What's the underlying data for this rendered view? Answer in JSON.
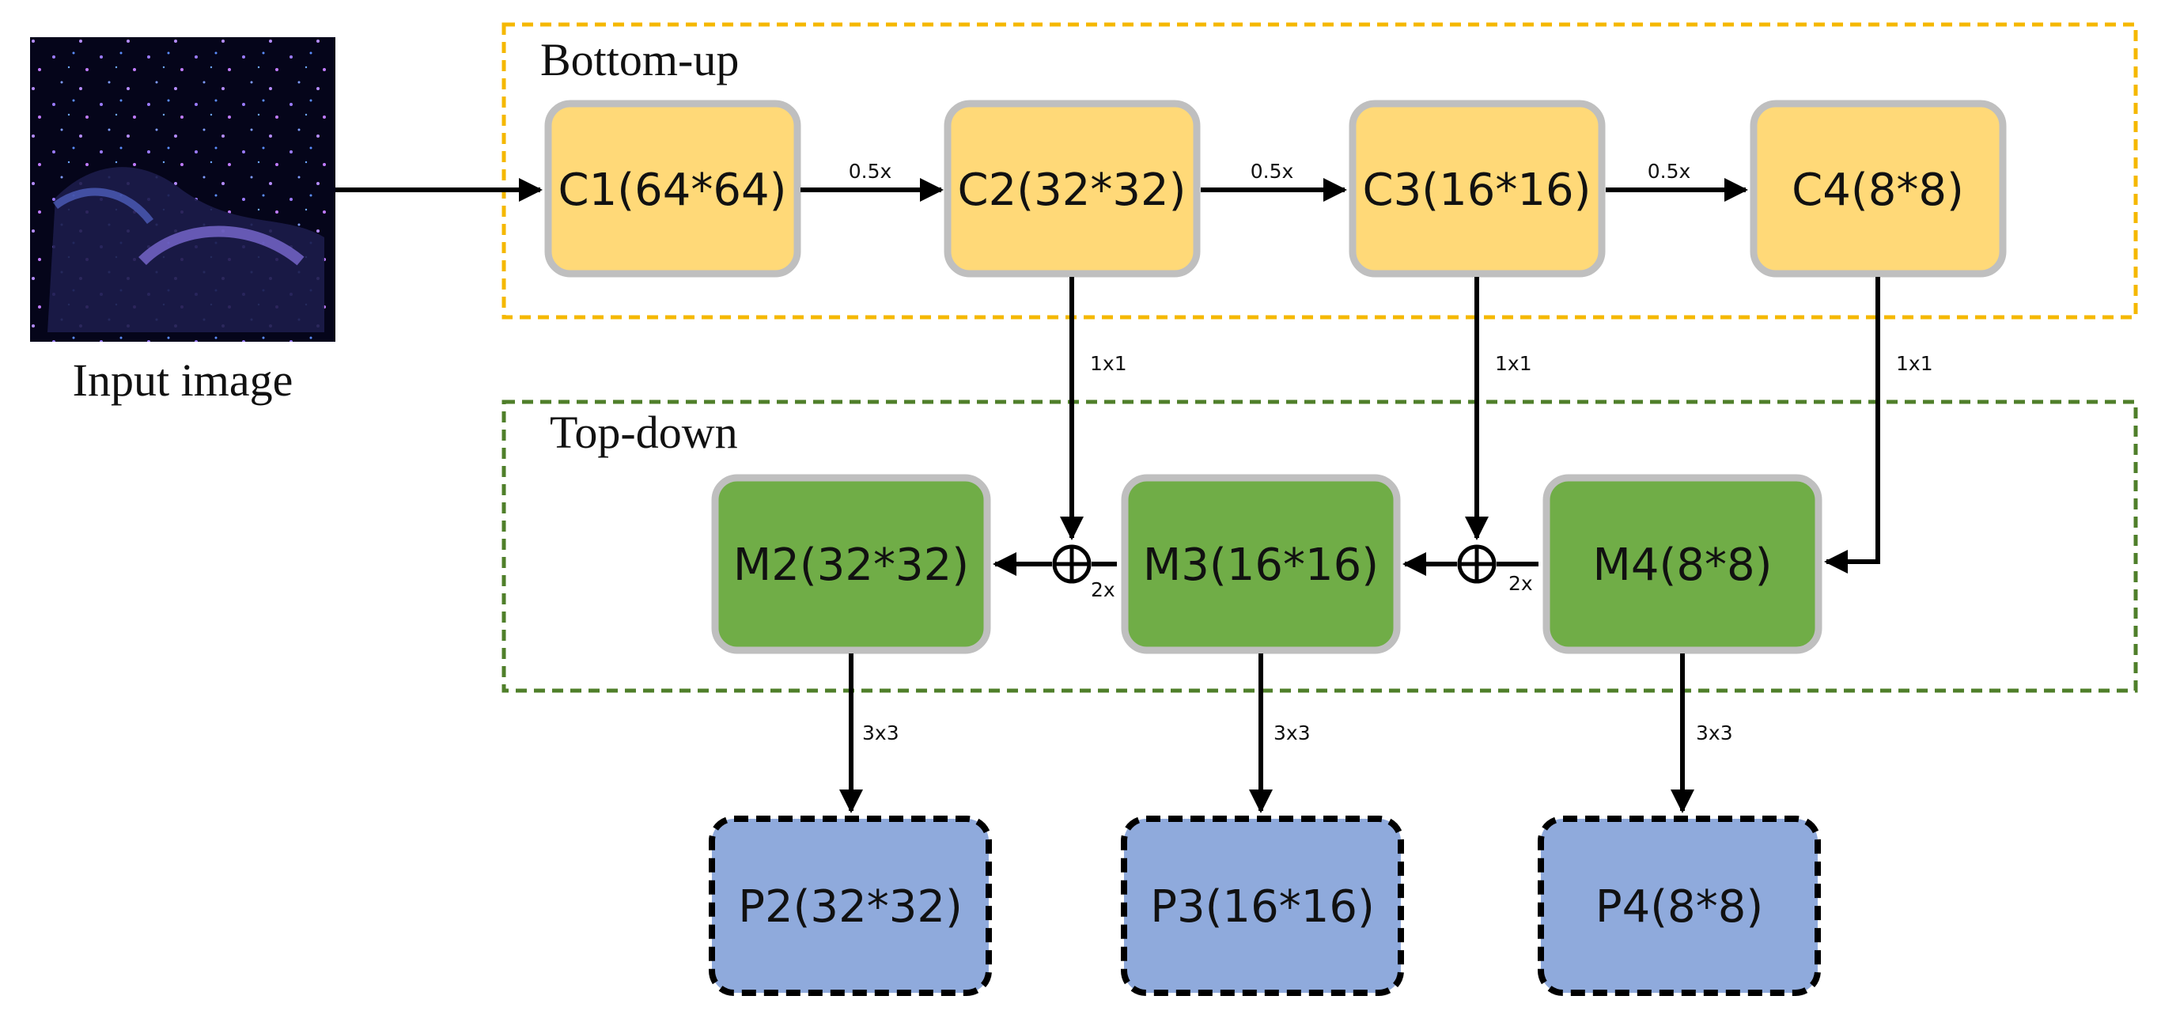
{
  "input": {
    "caption": "Input image"
  },
  "groups": {
    "bottom_up": {
      "label": "Bottom-up",
      "color": "#f5b800"
    },
    "top_down": {
      "label": "Top-down",
      "color": "#4f7f2a"
    }
  },
  "nodes": {
    "c1": {
      "label": "C1(64*64)"
    },
    "c2": {
      "label": "C2(32*32)"
    },
    "c3": {
      "label": "C3(16*16)"
    },
    "c4": {
      "label": "C4(8*8)"
    },
    "m2": {
      "label": "M2(32*32)"
    },
    "m3": {
      "label": "M3(16*16)"
    },
    "m4": {
      "label": "M4(8*8)"
    },
    "p2": {
      "label": "P2(32*32)"
    },
    "p3": {
      "label": "P3(16*16)"
    },
    "p4": {
      "label": "P4(8*8)"
    }
  },
  "edge_labels": {
    "downsample": "0.5x",
    "lateral": "1x1",
    "upsample": "2x",
    "output_conv": "3x3"
  },
  "colors": {
    "bottom_up_fill": "#ffd978",
    "top_down_fill": "#70ad47",
    "output_fill": "#8faadc",
    "box_border": "#bfbfbf",
    "arrow": "#000000"
  }
}
